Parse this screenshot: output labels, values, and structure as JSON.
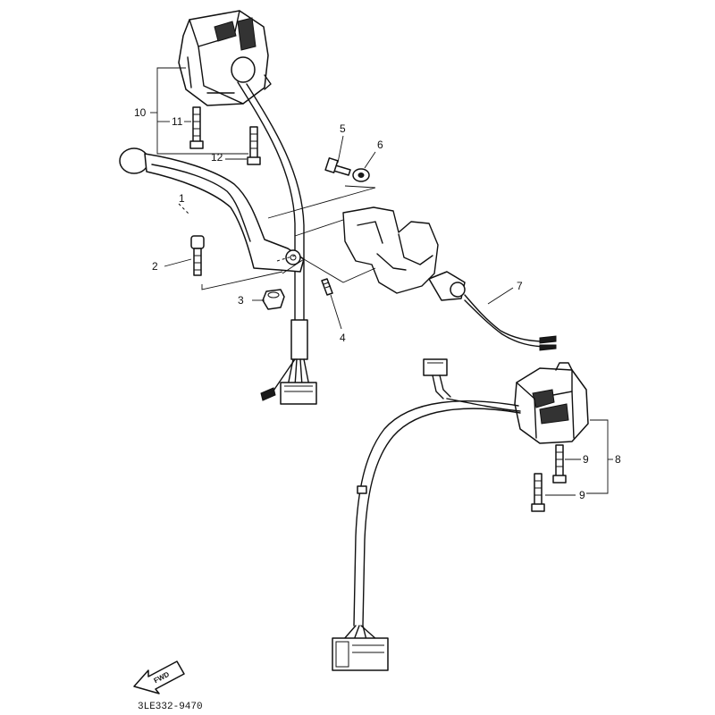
{
  "callouts": [
    {
      "id": "1",
      "text": "1"
    },
    {
      "id": "2",
      "text": "2"
    },
    {
      "id": "3",
      "text": "3"
    },
    {
      "id": "4",
      "text": "4"
    },
    {
      "id": "5",
      "text": "5"
    },
    {
      "id": "6",
      "text": "6"
    },
    {
      "id": "7",
      "text": "7"
    },
    {
      "id": "8",
      "text": "8"
    },
    {
      "id": "9a",
      "text": "9"
    },
    {
      "id": "9b",
      "text": "9"
    },
    {
      "id": "10",
      "text": "10"
    },
    {
      "id": "11",
      "text": "11"
    },
    {
      "id": "12",
      "text": "12"
    }
  ],
  "direction_arrow": {
    "text": "FWD"
  },
  "diagram_code": "3LE332-9470"
}
